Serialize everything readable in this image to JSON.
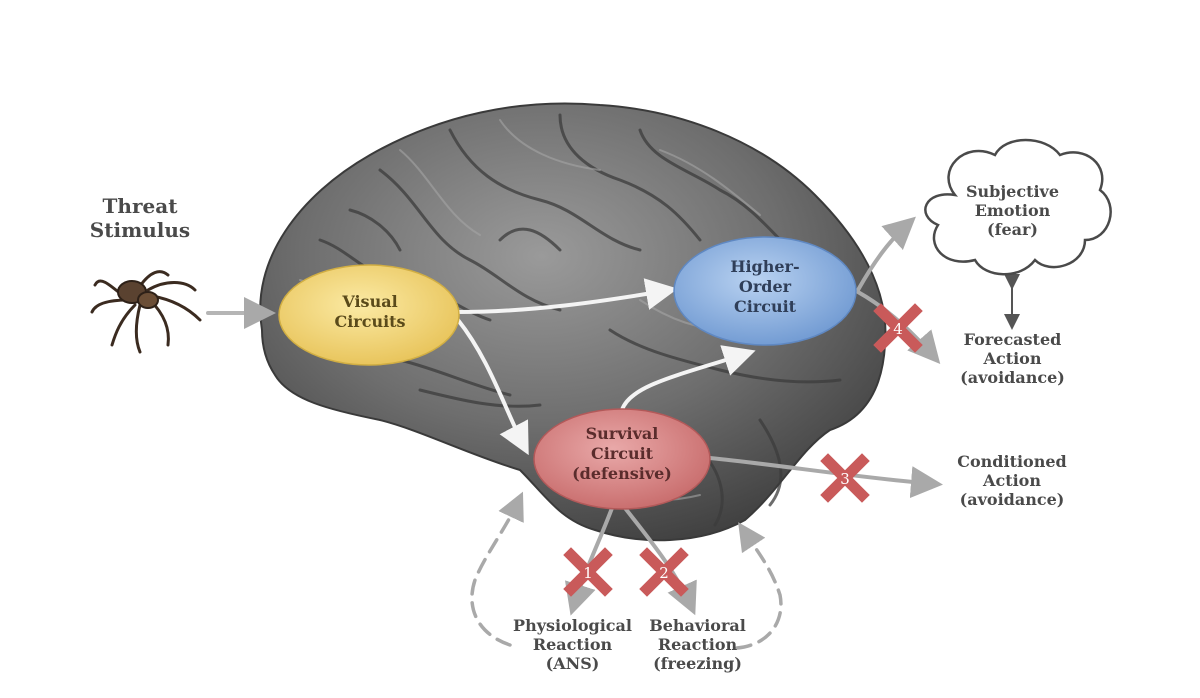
{
  "threat_stimulus": [
    "Threat",
    "Stimulus"
  ],
  "nodes": {
    "visual": [
      "Visual",
      "Circuits"
    ],
    "higher_order": [
      "Higher-",
      "Order",
      "Circuit"
    ],
    "survival": [
      "Survival",
      "Circuit",
      "(defensive)"
    ]
  },
  "outputs": {
    "subjective_emotion": [
      "Subjective",
      "Emotion",
      "(fear)"
    ],
    "forecasted_action": [
      "Forecasted",
      "Action",
      "(avoidance)"
    ],
    "conditioned_action": [
      "Conditioned",
      "Action",
      "(avoidance)"
    ],
    "physiological_reaction": [
      "Physiological",
      "Reaction",
      "(ANS)"
    ],
    "behavioral_reaction": [
      "Behavioral",
      "Reaction",
      "(freezing)"
    ]
  },
  "markers": [
    "1",
    "2",
    "3",
    "4"
  ],
  "colors": {
    "visual": "#f1d36f",
    "higher_order": "#8fb3e0",
    "survival": "#d68686",
    "marker": "#c95a5a",
    "brain": "#6a6a6a",
    "arrow": "#b5b5b5"
  }
}
